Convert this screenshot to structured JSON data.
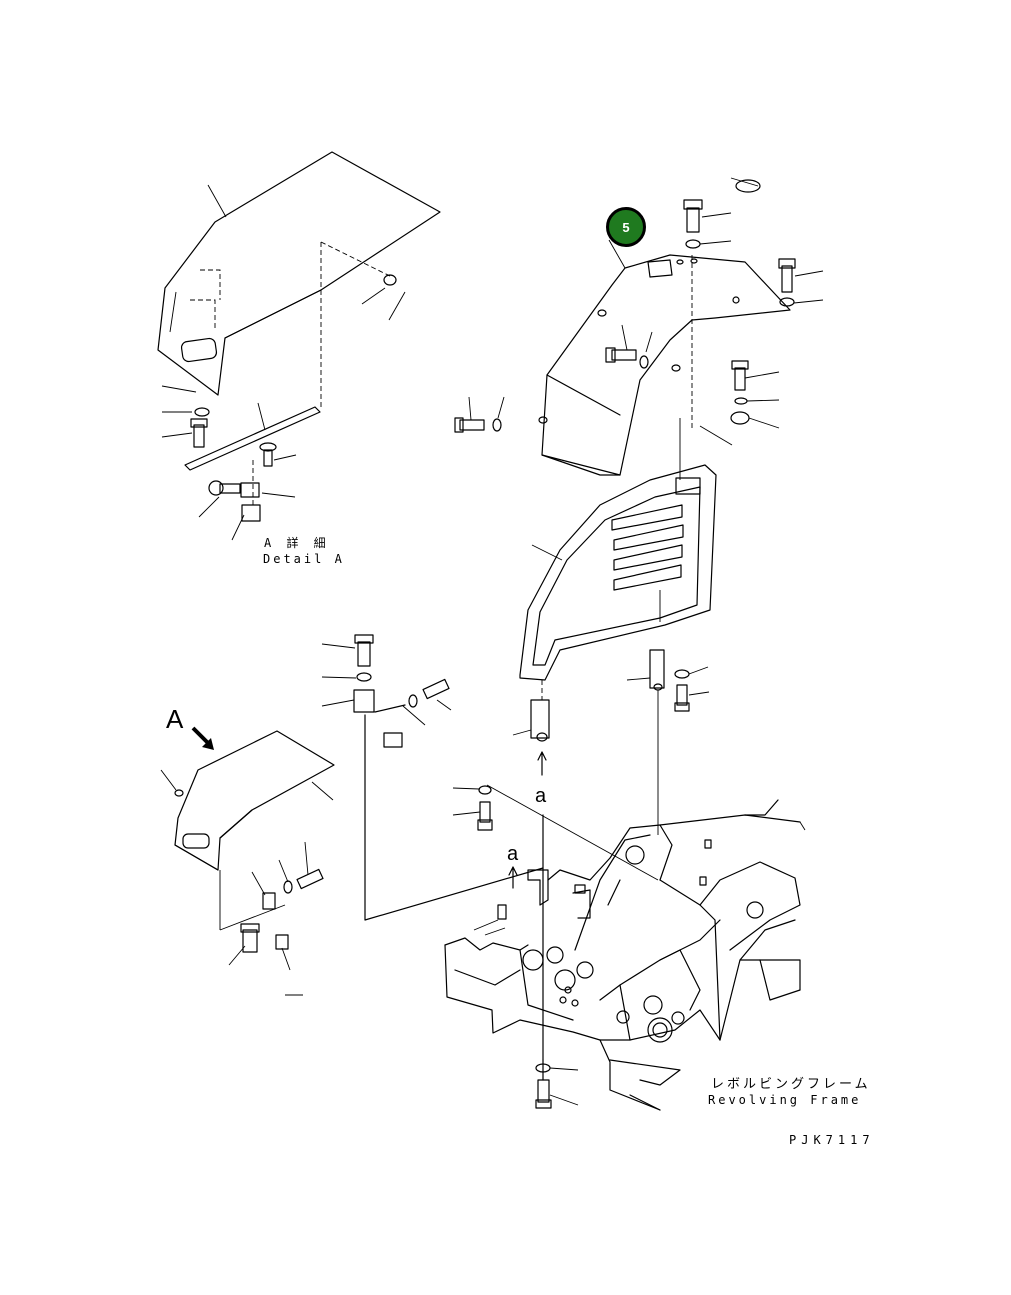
{
  "callout": {
    "number": "5",
    "color": "#1f7a1f"
  },
  "detail": {
    "label_ja": "A 詳 細",
    "label_en": "Detail A"
  },
  "frame": {
    "label_ja": "レボルビングフレーム",
    "label_en": "Revolving Frame"
  },
  "view_marker": "A",
  "arrow_labels": {
    "a_large": "a",
    "a_small": "a"
  },
  "drawing_code": "PJK7117"
}
